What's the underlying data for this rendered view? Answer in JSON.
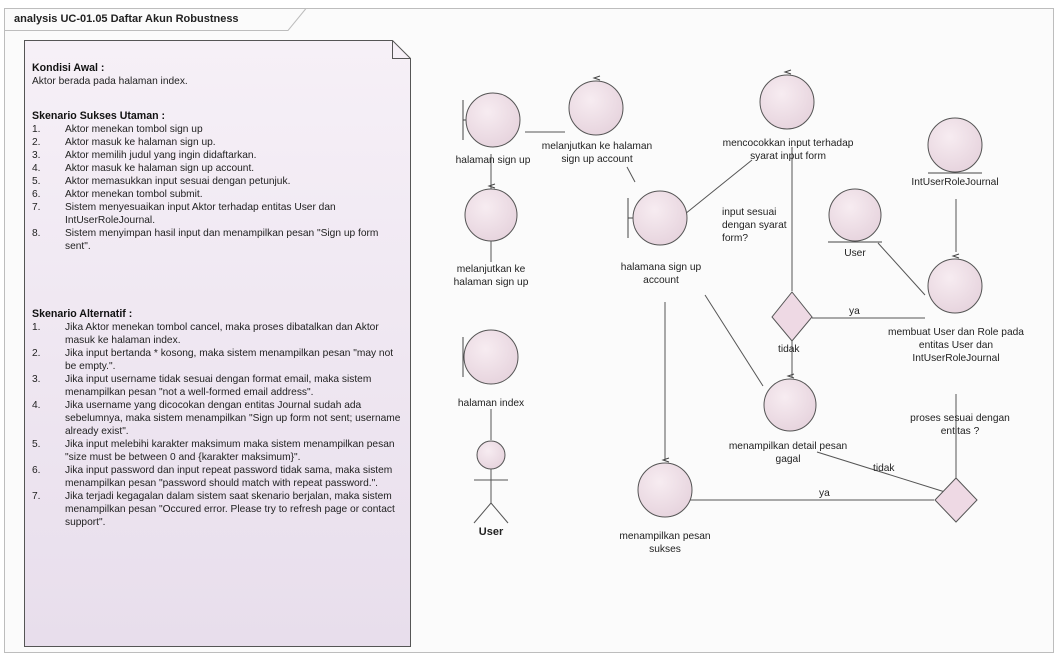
{
  "diagram": {
    "title": "analysis UC-01.05 Daftar Akun Robustness"
  },
  "note": {
    "precondition_heading": "Kondisi Awal :",
    "precondition_text": "Aktor berada pada halaman index.",
    "main_heading": "Skenario Sukses Utaman :",
    "main_steps": [
      "Aktor menekan tombol sign up",
      "Aktor masuk ke halaman sign up.",
      "Aktor memilih judul yang ingin didaftarkan.",
      "Aktor masuk ke halaman sign up account.",
      "Aktor memasukkan input sesuai dengan petunjuk.",
      "Aktor menekan tombol submit.",
      "Sistem menyesuaikan input Aktor terhadap entitas User dan IntUserRoleJournal.",
      "Sistem menyimpan hasil input dan menampilkan pesan \"Sign up form sent\"."
    ],
    "alt_heading": "Skenario Alternatif :",
    "alt_steps": [
      "Jika Aktor menekan tombol cancel, maka proses dibatalkan dan Aktor masuk ke halaman index.",
      "Jika input bertanda * kosong, maka sistem menampilkan pesan \"may not be empty.\".",
      "Jika input username tidak sesuai dengan format email, maka sistem menampilkan pesan \"not a well-formed email address\".",
      "Jika username yang dicocokan dengan entitas Journal sudah ada sebelumnya, maka sistem menampilkan \"Sign up form not sent; username already exist\".",
      "Jika input melebihi karakter maksimum maka sistem menampilkan pesan \"size must be between 0 and {karakter maksimum}\".",
      "Jika input password dan input repeat password tidak sama, maka sistem menampilkan pesan \"password should match with repeat password.\".",
      "Jika terjadi kegagalan dalam sistem saat skenario berjalan, maka sistem menampilkan pesan \"Occured error. Please try to refresh page or contact support\"."
    ]
  },
  "nodes": {
    "boundary_signup": "halaman sign up",
    "control_next_signup_account": "melanjutkan ke halaman sign up account",
    "control_match_input": "mencocokkan input terhadap syarat input form",
    "entity_intuserrolejournal": "IntUserRoleJournal",
    "entity_user": "User",
    "boundary_signup_account": "halamana sign up account",
    "decision_form_question": "input sesuai dengan syarat form?",
    "control_next_signup": "melanjutkan ke halaman sign up",
    "control_create_user": "membuat User dan Role pada entitas User dan IntUserRoleJournal",
    "boundary_index": "halaman index",
    "decision_entity_question": "proses sesuai dengan entitas ?",
    "control_show_fail": "menampilkan detail pesan gagal",
    "control_show_success": "menampilkan pesan sukses",
    "actor_user": "User"
  },
  "edges": {
    "form_yes": "ya",
    "form_no": "tidak",
    "entity_no": "tidak",
    "entity_yes": "ya"
  }
}
